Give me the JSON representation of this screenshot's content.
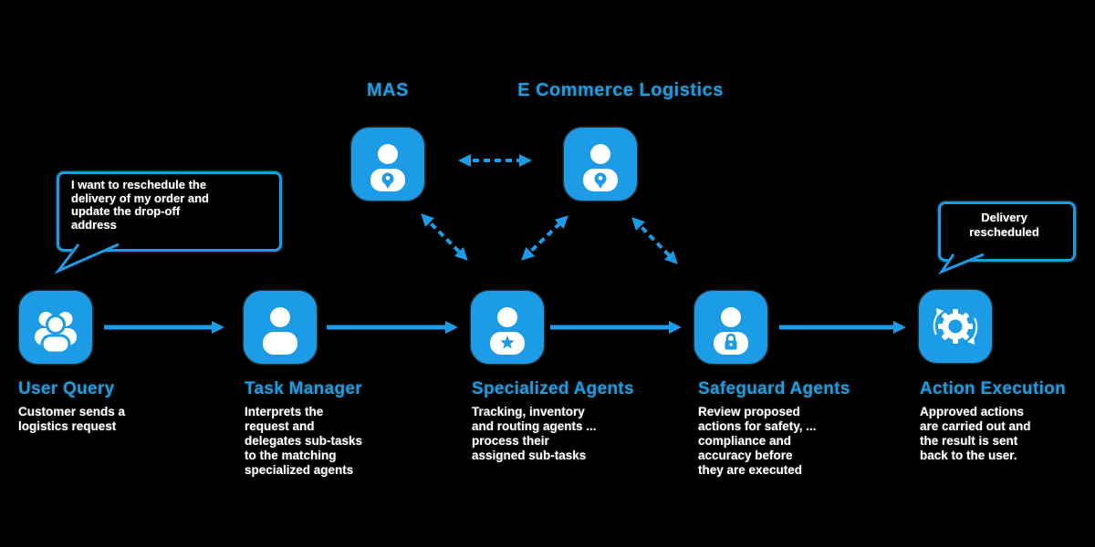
{
  "colors": {
    "accent": "#1C9BE6",
    "background": "#000000",
    "glyph": "#FFFFFF"
  },
  "top": {
    "mas_label": "MAS",
    "domain_label": "E Commerce Logistics",
    "left_agent_icon": "agent-location-icon",
    "right_agent_icon": "agent-location-icon",
    "link_style": "dashed-double-arrow"
  },
  "left_bubble": {
    "lines": [
      "I want to reschedule the",
      "delivery of my order and",
      "update the drop-off",
      "address"
    ]
  },
  "right_bubble": {
    "lines": [
      "Delivery",
      "rescheduled"
    ]
  },
  "pipeline": [
    {
      "label": "User Query",
      "icon": "users-group-icon",
      "description_lines": [
        "Customer sends a",
        "logistics request"
      ]
    },
    {
      "label": "Task Manager",
      "icon": "person-icon",
      "description_lines": [
        "Interprets the",
        "request and",
        "delegates sub-tasks",
        "to the matching",
        "specialized agents"
      ]
    },
    {
      "label": "Specialized Agents",
      "icon": "person-star-icon",
      "description_lines": [
        "Tracking, inventory",
        "and routing agents ...",
        "process their",
        "assigned sub-tasks"
      ]
    },
    {
      "label": "Safeguard Agents",
      "icon": "person-lock-icon",
      "description_lines": [
        "Review proposed",
        "actions for safety, ...",
        "compliance and",
        "accuracy before",
        "they are executed"
      ]
    },
    {
      "label": "Action Execution",
      "icon": "gear-sync-icon",
      "description_lines": [
        "Approved actions",
        "are carried out and",
        "the result is sent",
        "back to the user."
      ]
    }
  ]
}
